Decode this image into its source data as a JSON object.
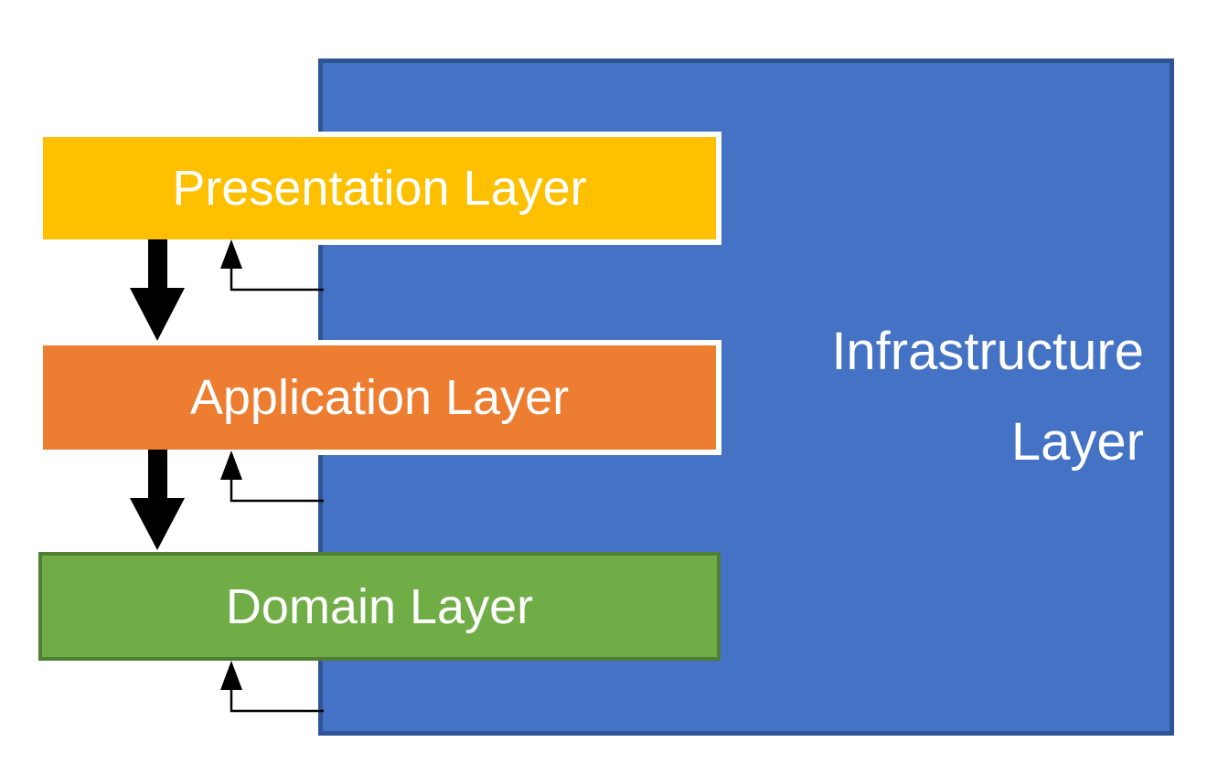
{
  "diagram": {
    "boxes": {
      "presentation": {
        "label": "Presentation Layer",
        "fill_color": "#FFC000",
        "border_color": "#FFFFFF",
        "text_color": "#FFFFFF"
      },
      "application": {
        "label": "Application Layer",
        "fill_color": "#ED7D31",
        "border_color": "#FFFFFF",
        "text_color": "#FFFFFF"
      },
      "domain": {
        "label": "Domain Layer",
        "fill_color": "#70AD47",
        "border_color": "#507E32",
        "text_color": "#FFFFFF"
      },
      "infrastructure": {
        "label": "Infrastructure Layer",
        "fill_color": "#4472C4",
        "border_color": "#2F5496",
        "text_color": "#FFFFFF"
      }
    },
    "arrows": {
      "color": "#000000",
      "thick_down": [
        {
          "from": "presentation",
          "to": "application"
        },
        {
          "from": "application",
          "to": "domain"
        }
      ],
      "thin_up": [
        {
          "from": "infrastructure",
          "to": "presentation"
        },
        {
          "from": "infrastructure",
          "to": "application"
        },
        {
          "from": "infrastructure",
          "to": "domain"
        }
      ]
    }
  }
}
